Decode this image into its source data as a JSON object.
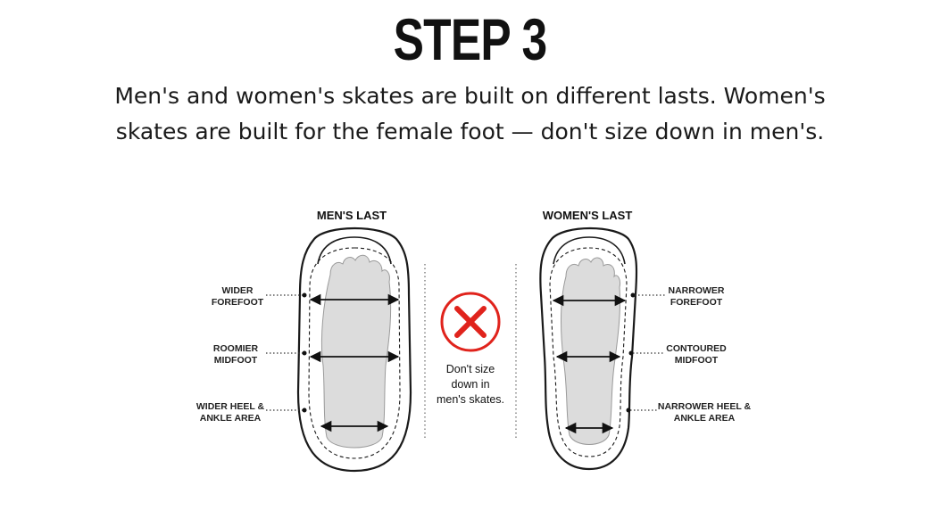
{
  "title": "STEP 3",
  "subtitle": {
    "line1": "Men's and women's skates are built on different lasts. Women's",
    "line2": "skates are built for the female foot — don't size down in men's."
  },
  "mens": {
    "heading": "MEN'S LAST",
    "labels": [
      {
        "line1": "WIDER",
        "line2": "FOREFOOT"
      },
      {
        "line1": "ROOMIER",
        "line2": "MIDFOOT"
      },
      {
        "line1": "WIDER HEEL &",
        "line2": "ANKLE AREA"
      }
    ]
  },
  "womens": {
    "heading": "WOMEN'S LAST",
    "labels": [
      {
        "line1": "NARROWER",
        "line2": "FOREFOOT"
      },
      {
        "line1": "CONTOURED",
        "line2": "MIDFOOT"
      },
      {
        "line1": "NARROWER HEEL &",
        "line2": "ANKLE AREA"
      }
    ]
  },
  "center_note": {
    "line1": "Don't size",
    "line2": "down in",
    "line3": "men's skates."
  },
  "colors": {
    "cross_red": "#e0231c",
    "foot_gray": "#dcdcdc",
    "outline": "#1a1a1a"
  },
  "icons": [
    "close-icon"
  ]
}
